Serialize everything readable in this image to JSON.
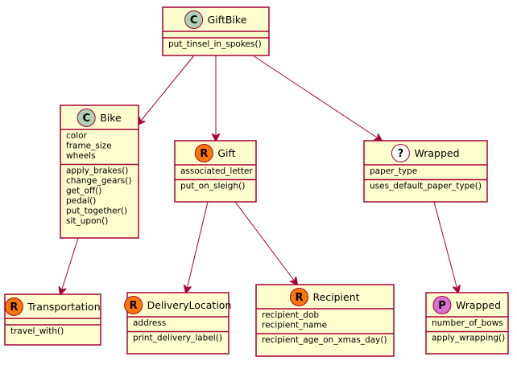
{
  "diagram": {
    "classes": [
      {
        "id": "giftbike",
        "stereotype": "C",
        "name": "GiftBike",
        "attributes": [],
        "methods": [
          "put_tinsel_in_spokes()"
        ]
      },
      {
        "id": "bike",
        "stereotype": "C",
        "name": "Bike",
        "attributes": [
          "color",
          "frame_size",
          "wheels"
        ],
        "methods": [
          "apply_brakes()",
          "change_gears()",
          "get_off()",
          "pedal()",
          "put_together()",
          "sit_upon()"
        ]
      },
      {
        "id": "gift",
        "stereotype": "R",
        "name": "Gift",
        "attributes": [
          "associated_letter"
        ],
        "methods": [
          "put_on_sleigh()"
        ]
      },
      {
        "id": "wrapped1",
        "stereotype": "?",
        "name": "Wrapped",
        "attributes": [
          "paper_type"
        ],
        "methods": [
          "uses_default_paper_type()"
        ]
      },
      {
        "id": "transportation",
        "stereotype": "R",
        "name": "Transportation",
        "attributes": [],
        "methods": [
          "travel_with()"
        ]
      },
      {
        "id": "deliverylocation",
        "stereotype": "R",
        "name": "DeliveryLocation",
        "attributes": [
          "address"
        ],
        "methods": [
          "print_delivery_label()"
        ]
      },
      {
        "id": "recipient",
        "stereotype": "R",
        "name": "Recipient",
        "attributes": [
          "recipient_dob",
          "recipient_name"
        ],
        "methods": [
          "recipient_age_on_xmas_day()"
        ]
      },
      {
        "id": "wrapped2",
        "stereotype": "P",
        "name": "Wrapped",
        "attributes": [
          "number_of_bows"
        ],
        "methods": [
          "apply_wrapping()"
        ]
      }
    ],
    "edges": [
      {
        "from": "giftbike",
        "to": "bike"
      },
      {
        "from": "giftbike",
        "to": "gift"
      },
      {
        "from": "giftbike",
        "to": "wrapped1"
      },
      {
        "from": "bike",
        "to": "transportation"
      },
      {
        "from": "gift",
        "to": "deliverylocation"
      },
      {
        "from": "gift",
        "to": "recipient"
      },
      {
        "from": "wrapped1",
        "to": "wrapped2"
      }
    ],
    "colors": {
      "box_fill": "#fefece",
      "border": "#a80036",
      "badge_C": "#add1b2",
      "badge_R": "#ff7700",
      "badge_?": "#ffffff",
      "badge_P": "#da70d6"
    }
  }
}
